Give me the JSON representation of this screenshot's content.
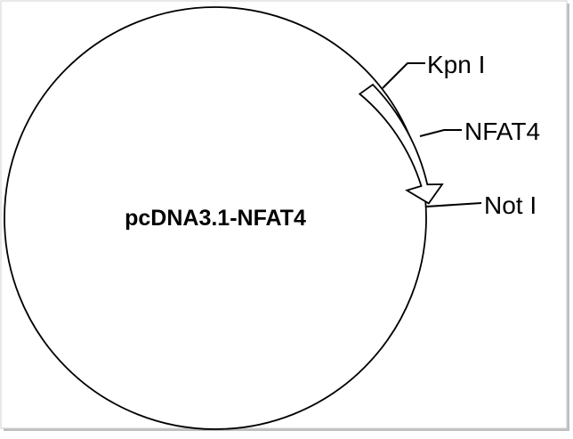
{
  "diagram": {
    "plasmid_name": "pcDNA3.1-NFAT4",
    "labels": {
      "kpn": "Kpn I",
      "insert": "NFAT4",
      "not": "Not I"
    }
  },
  "colors": {
    "stroke": "#000000",
    "background": "#ffffff",
    "frame_shadow": "#8a8a8a"
  }
}
